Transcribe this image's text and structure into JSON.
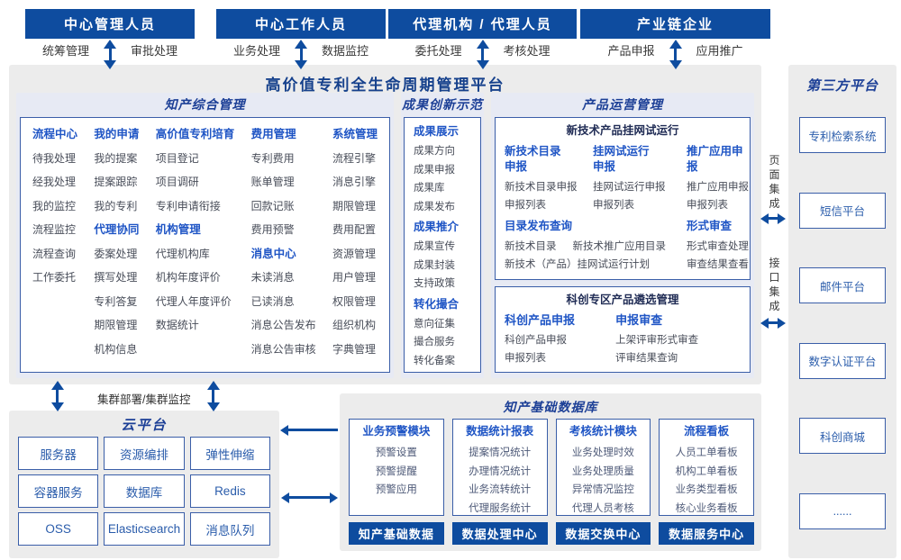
{
  "palette": {
    "primary_blue": "#0e4c9f",
    "header_link_blue": "#1f55c5",
    "section_title_navy": "#1c3f96",
    "box_border_blue": "#3a5ea8",
    "panel_gray": "#ececec",
    "panel_lavender": "#e7eaf4"
  },
  "top_actors": [
    {
      "title": "中心管理人员",
      "left_label": "统筹管理",
      "right_label": "审批处理"
    },
    {
      "title": "中心工作人员",
      "left_label": "业务处理",
      "right_label": "数据监控"
    },
    {
      "title": "代理机构 / 代理人员",
      "left_label": "委托处理",
      "right_label": "考核处理"
    },
    {
      "title": "产业链企业",
      "left_label": "产品申报",
      "right_label": "应用推广"
    }
  ],
  "platform": {
    "title": "高价值专利全生命周期管理平台",
    "ip_mgmt": {
      "title": "知产综合管理",
      "columns": [
        {
          "groups": [
            {
              "header": "流程中心",
              "items": [
                "待我处理",
                "经我处理",
                "我的监控",
                "流程监控",
                "流程查询",
                "工作委托"
              ]
            }
          ]
        },
        {
          "groups": [
            {
              "header": "我的申请",
              "items": [
                "我的提案",
                "提案跟踪",
                "我的专利"
              ]
            },
            {
              "header": "代理协同",
              "items": [
                "委案处理",
                "撰写处理",
                "专利答复",
                "期限管理",
                "机构信息"
              ]
            }
          ]
        },
        {
          "groups": [
            {
              "header": "高价值专利培育",
              "items": [
                "项目登记",
                "项目调研",
                "专利申请衔接"
              ]
            },
            {
              "header": "机构管理",
              "items": [
                "代理机构库",
                "机构年度评价",
                "代理人年度评价",
                "数据统计"
              ]
            }
          ]
        },
        {
          "groups": [
            {
              "header": "费用管理",
              "items": [
                "专利费用",
                "账单管理",
                "回款记账",
                "费用预警"
              ]
            },
            {
              "header": "消息中心",
              "items": [
                "未读消息",
                "已读消息",
                "消息公告发布",
                "消息公告审核"
              ]
            }
          ]
        },
        {
          "groups": [
            {
              "header": "系统管理",
              "items": [
                "流程引擎",
                "消息引擎",
                "期限管理",
                "费用配置",
                "资源管理",
                "用户管理",
                "权限管理",
                "组织机构",
                "字典管理"
              ]
            }
          ]
        }
      ]
    },
    "achievements": {
      "title": "成果创新示范",
      "groups": [
        {
          "header": "成果展示",
          "items": [
            "成果方向",
            "成果申报",
            "成果库",
            "成果发布"
          ]
        },
        {
          "header": "成果推介",
          "items": [
            "成果宣传",
            "成果封装",
            "支持政策"
          ]
        },
        {
          "header": "转化撮合",
          "items": [
            "意向征集",
            "撮合服务",
            "转化备案"
          ]
        }
      ]
    },
    "product_ops": {
      "title": "产品运营管理",
      "trial_box": {
        "title": "新技术产品挂网试运行",
        "catalog_declare": {
          "header": "新技术目录\n申报",
          "items": [
            "新技术目录申报",
            "申报列表"
          ]
        },
        "trial_declare": {
          "header": "挂网试运行\n申报",
          "items": [
            "挂网试运行申报",
            "申报列表"
          ]
        },
        "promo_declare": {
          "header": "推广应用申报",
          "items": [
            "推广应用申报",
            "申报列表"
          ]
        },
        "catalog_query": {
          "header": "目录发布查询",
          "items": [
            "新技术目录",
            "新技术推广应用目录",
            "新技术（产品）挂网试运行计划"
          ]
        },
        "formal_review": {
          "header": "形式审查",
          "items": [
            "形式审查处理",
            "审查结果查看"
          ]
        }
      },
      "selection_box": {
        "title": "科创专区产品遴选管理",
        "sci_declare": {
          "header": "科创产品申报",
          "items": [
            "科创产品申报",
            "申报列表"
          ]
        },
        "declare_review": {
          "header": "申报审查",
          "items": [
            "上架评审形式审查",
            "评审结果查询"
          ]
        }
      }
    }
  },
  "third_party": {
    "title": "第三方平台",
    "boxes": [
      "专利检索系统",
      "短信平台",
      "邮件平台",
      "数字认证平台",
      "科创商城",
      "......"
    ]
  },
  "integration": {
    "page_label": "页面集成",
    "api_label": "接口集成"
  },
  "cluster_label": "集群部署/集群监控",
  "cloud": {
    "title": "云平台",
    "services": [
      "服务器",
      "资源编排",
      "弹性伸缩",
      "容器服务",
      "数据库",
      "Redis",
      "OSS",
      "Elasticsearch",
      "消息队列"
    ]
  },
  "ip_database": {
    "title": "知产基础数据库",
    "modules": [
      {
        "header": "业务预警模块",
        "items": [
          "预警设置",
          "预警提醒",
          "预警应用"
        ],
        "banner": "知产基础数据"
      },
      {
        "header": "数据统计报表",
        "items": [
          "提案情况统计",
          "办理情况统计",
          "业务流转统计",
          "代理服务统计"
        ],
        "banner": "数据处理中心"
      },
      {
        "header": "考核统计模块",
        "items": [
          "业务处理时效",
          "业务处理质量",
          "异常情况监控",
          "代理人员考核"
        ],
        "banner": "数据交换中心"
      },
      {
        "header": "流程看板",
        "items": [
          "人员工单看板",
          "机构工单看板",
          "业务类型看板",
          "核心业务看板"
        ],
        "banner": "数据服务中心"
      }
    ]
  }
}
